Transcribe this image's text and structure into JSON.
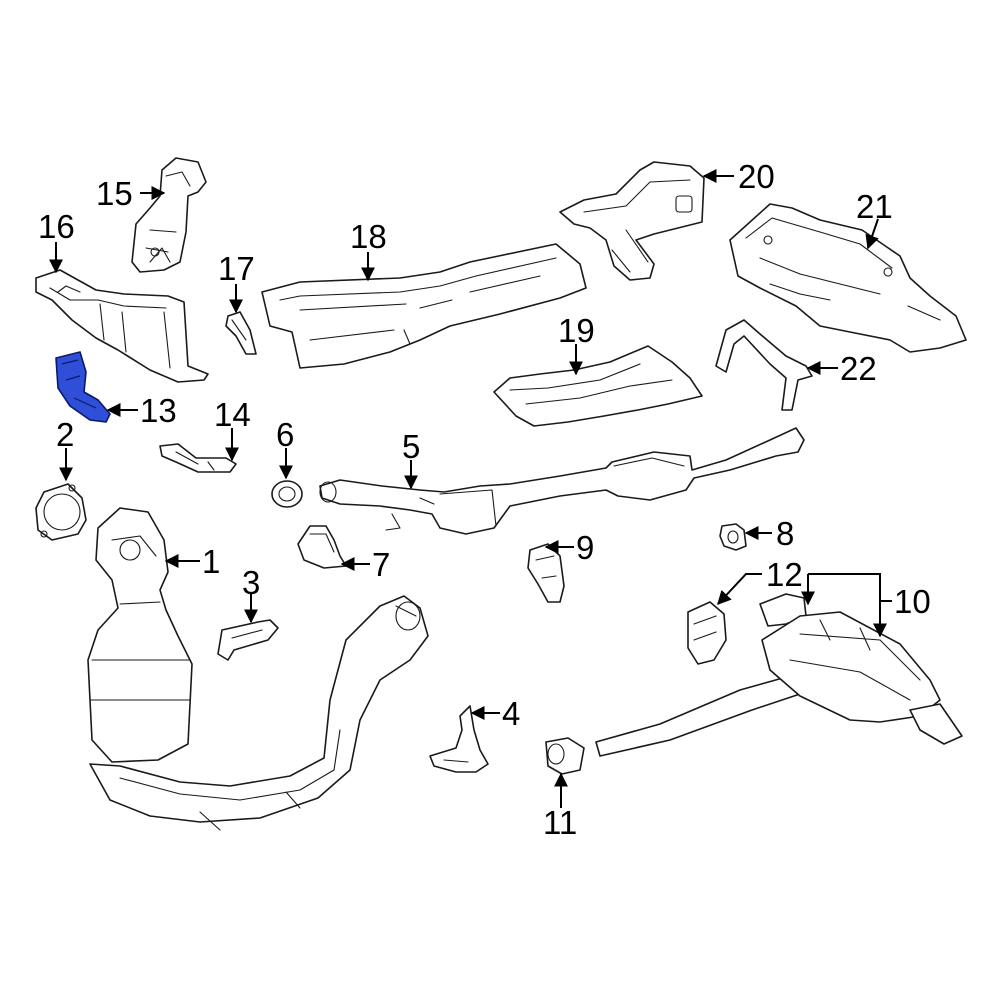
{
  "highlight_color": "#2f4fd8",
  "callouts": {
    "c1": "1",
    "c2": "2",
    "c3": "3",
    "c4": "4",
    "c5": "5",
    "c6": "6",
    "c7": "7",
    "c8": "8",
    "c9": "9",
    "c10": "10",
    "c11": "11",
    "c12": "12",
    "c13": "13",
    "c14": "14",
    "c15": "15",
    "c16": "16",
    "c17": "17",
    "c18": "18",
    "c19": "19",
    "c20": "20",
    "c21": "21",
    "c22": "22"
  }
}
